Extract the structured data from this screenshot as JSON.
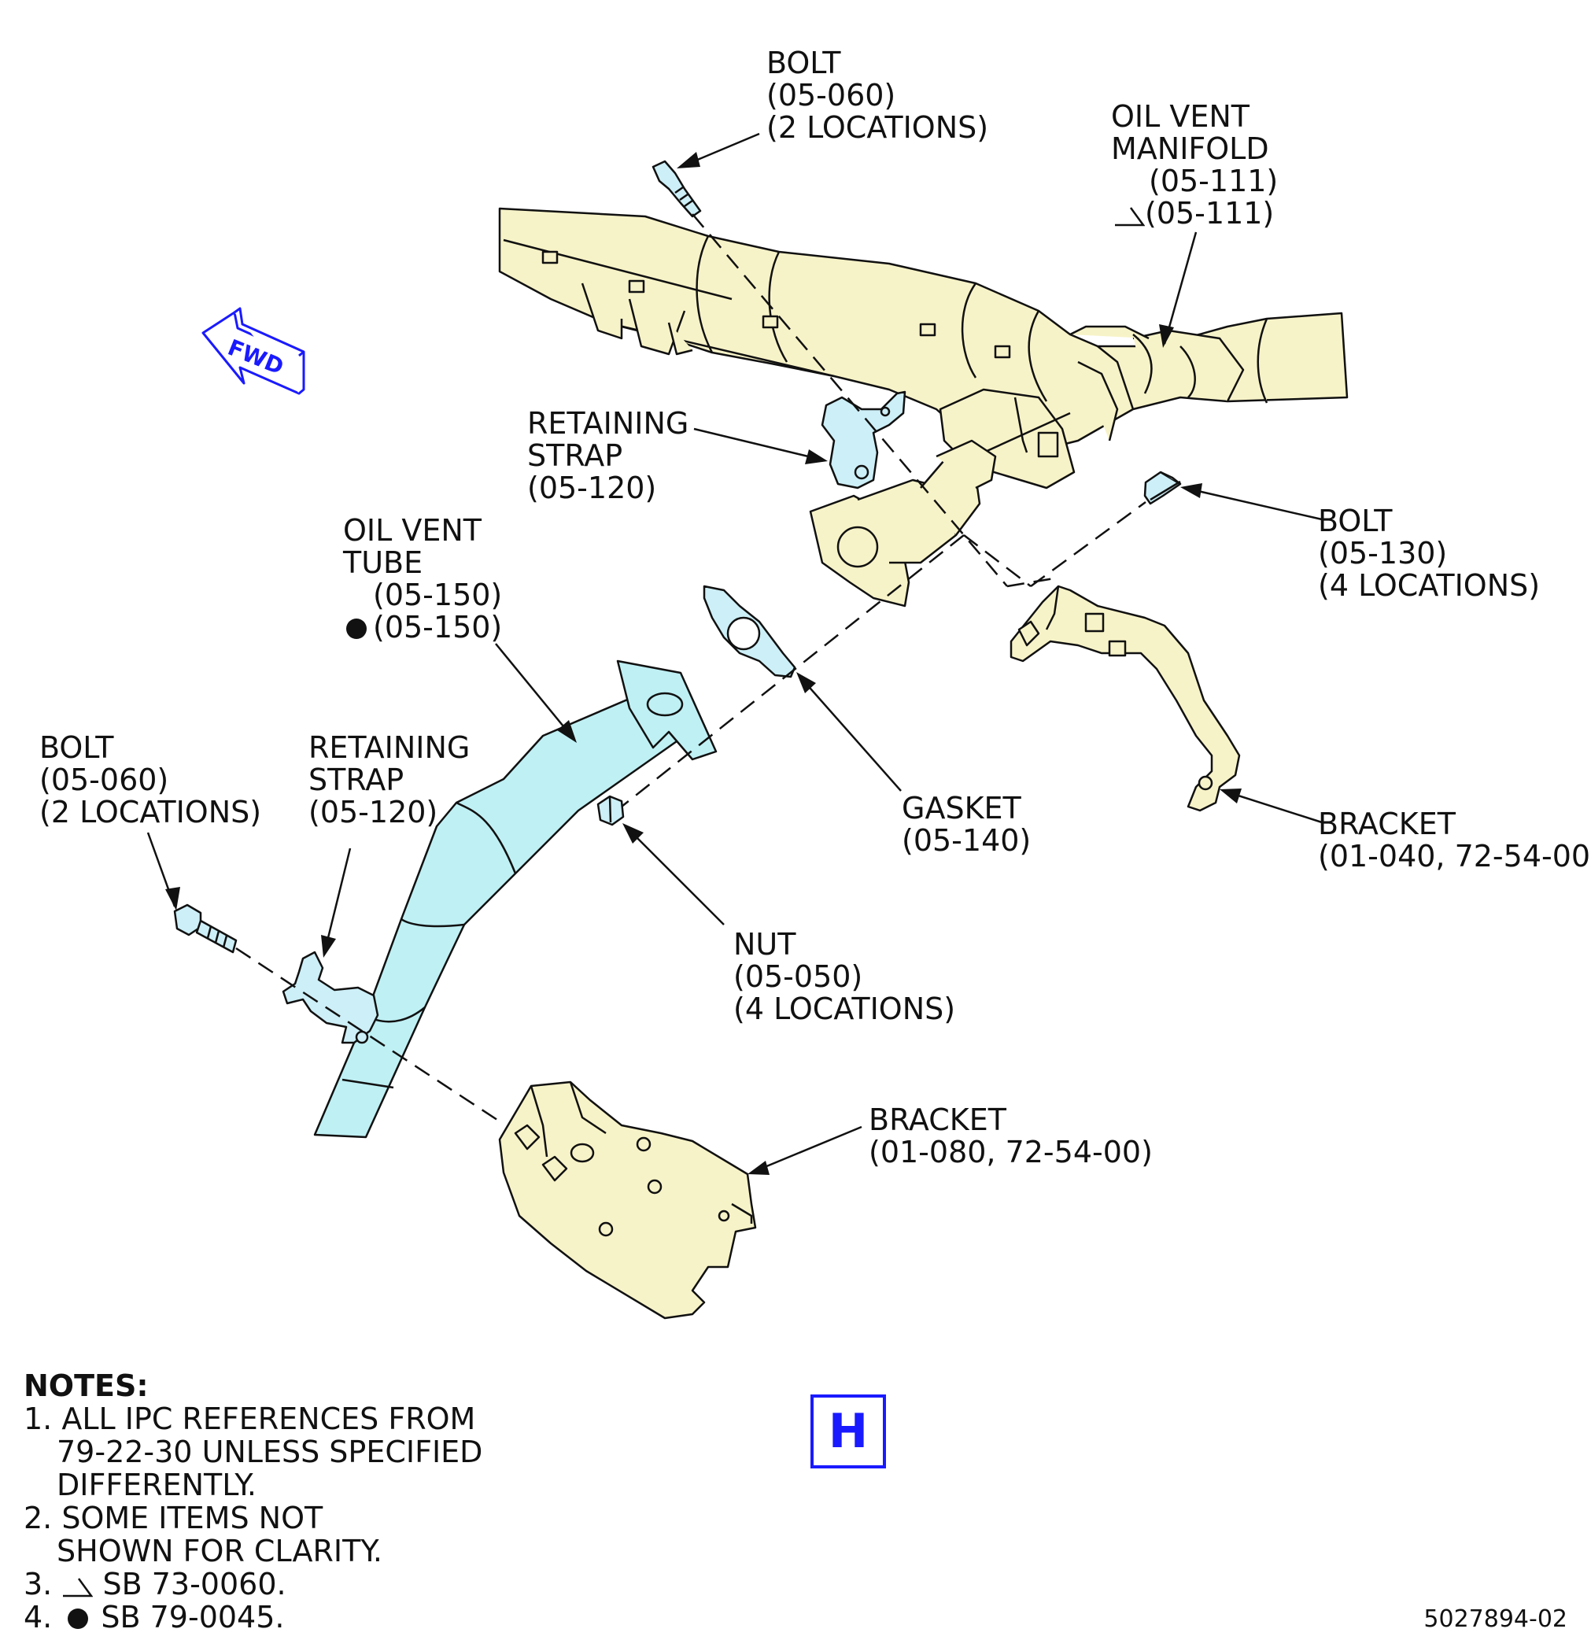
{
  "labels": {
    "bolt_top": {
      "name": "BOLT",
      "ref": "(05-060)",
      "qty": "(2 LOCATIONS)"
    },
    "oil_vent_manifold": {
      "line1": "OIL VENT",
      "line2": "MANIFOLD",
      "ref1": "(05-111)",
      "ref2": "(05-111)"
    },
    "retaining_strap_top": {
      "line1": "RETAINING",
      "line2": "STRAP",
      "ref": "(05-120)"
    },
    "oil_vent_tube": {
      "line1": "OIL VENT",
      "line2": "TUBE",
      "ref1": "(05-150)",
      "ref2": "(05-150)"
    },
    "bolt_right": {
      "name": "BOLT",
      "ref": "(05-130)",
      "qty": "(4 LOCATIONS)"
    },
    "bolt_left": {
      "name": "BOLT",
      "ref": "(05-060)",
      "qty": "(2 LOCATIONS)"
    },
    "retaining_strap_left": {
      "line1": "RETAINING",
      "line2": "STRAP",
      "ref": "(05-120)"
    },
    "gasket": {
      "name": "GASKET",
      "ref": "(05-140)"
    },
    "bracket_right": {
      "name": "BRACKET",
      "ref": "(01-040, 72-54-00)"
    },
    "nut": {
      "name": "NUT",
      "ref": "(05-050)",
      "qty": "(4 LOCATIONS)"
    },
    "bracket_bottom": {
      "name": "BRACKET",
      "ref": "(01-080, 72-54-00)"
    },
    "fwd": "FWD"
  },
  "notes": {
    "heading": "NOTES:",
    "n1a": "1. ALL IPC REFERENCES FROM",
    "n1b": "79-22-30 UNLESS SPECIFIED",
    "n1c": "DIFFERENTLY.",
    "n2a": "2. SOME ITEMS NOT",
    "n2b": "SHOWN FOR CLARITY.",
    "n3_prefix": "3.",
    "n3_text": "SB 73-0060.",
    "n4_prefix": "4.",
    "n4_text": "SB 79-0045."
  },
  "sheet_marker": "H",
  "doc_number": "5027894-02",
  "colors": {
    "part_fill": "#f7f3c8",
    "tube_fill": "#bff0f4",
    "hardware_fill": "#cdeff7",
    "marker_blue": "#1a1aff",
    "line": "#111111"
  }
}
